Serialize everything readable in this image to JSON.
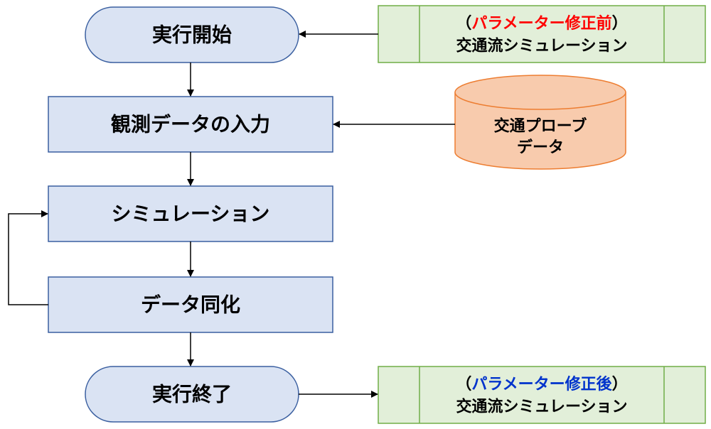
{
  "nodes": {
    "start": {
      "label": "実行開始"
    },
    "input": {
      "label": "観測データの入力"
    },
    "simulation": {
      "label": "シミュレーション"
    },
    "assimilation": {
      "label": "データ同化"
    },
    "end": {
      "label": "実行終了"
    }
  },
  "sources": {
    "pre_model": {
      "paren_open": "（",
      "tag": "パラメーター修正前",
      "paren_close": "）",
      "name": "交通流シミュレーション"
    },
    "probe_data": {
      "line1": "交通プローブ",
      "line2": "データ"
    },
    "post_model": {
      "paren_open": "（",
      "tag": "パラメーター修正後",
      "paren_close": "）",
      "name": "交通流シミュレーション"
    }
  },
  "colors": {
    "process_fill": "#dae3f3",
    "process_stroke": "#3a5fa0",
    "model_fill": "#e2efd9",
    "model_stroke": "#70ad47",
    "cylinder_fill": "#f8cbad",
    "cylinder_stroke": "#ed7d31",
    "pre_tag": "#ff0000",
    "post_tag": "#0033cc"
  }
}
